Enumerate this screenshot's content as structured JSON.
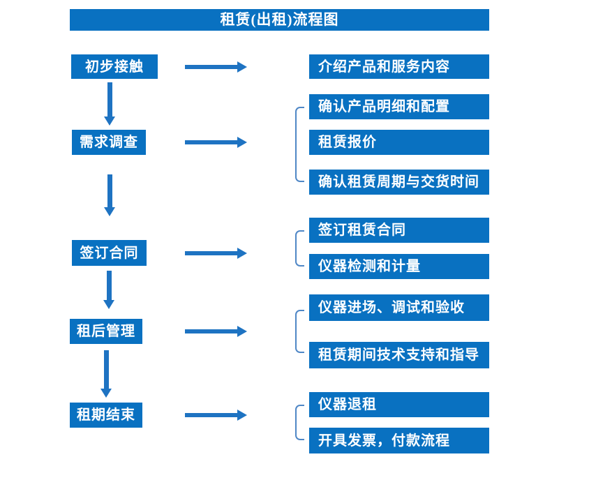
{
  "title": "租赁(出租)流程图",
  "colors": {
    "box": "#0971C1",
    "arrow": "#1E73C2",
    "bracket": "#4F87C6"
  },
  "steps": [
    {
      "label": "初步接触",
      "details": [
        "介绍产品和服务内容"
      ]
    },
    {
      "label": "需求调查",
      "details": [
        "确认产品明细和配置",
        "租赁报价",
        "确认租赁周期与交货时间"
      ]
    },
    {
      "label": "签订合同",
      "details": [
        "签订租赁合同",
        "仪器检测和计量"
      ]
    },
    {
      "label": "租后管理",
      "details": [
        "仪器进场、调试和验收",
        "租赁期间技术支持和指导"
      ]
    },
    {
      "label": "租期结束",
      "details": [
        "仪器退租",
        "开具发票，付款流程"
      ]
    }
  ]
}
